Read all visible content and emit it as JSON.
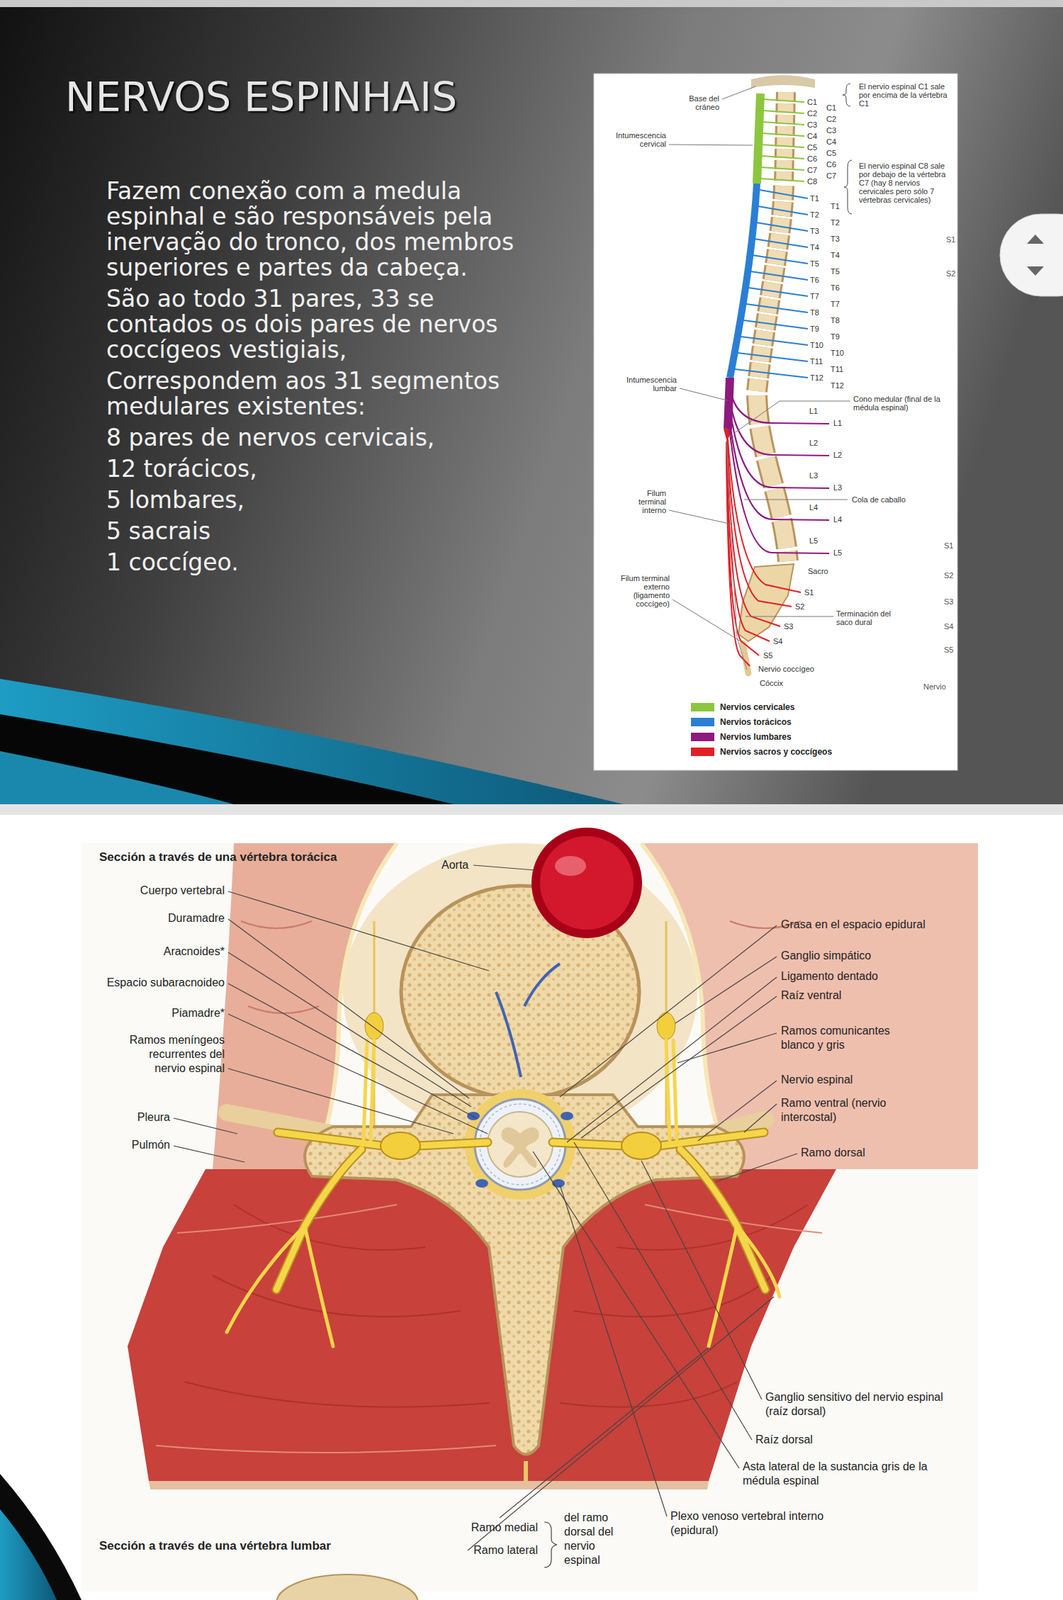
{
  "diagram": {
    "title": "NERVOS ESPINHAIS",
    "labels": [
      "Fazem conexão com a medula espinhal e são responsáveis pela inervação do tronco, dos membros superiores e partes da cabeça.",
      "São ao todo 31 pares, 33 se contados os dois pares de nervos coccígeos vestigiais,",
      "Correspondem aos 31 segmentos medulares existentes:",
      "8 pares de nervos cervicais,",
      "12 torácicos,",
      "5 lombares,",
      "5 sacrais",
      "1 coccígeo.",
      "Base del cráneo",
      "Intumescencia cervical",
      "Intumescencia lumbar",
      "Filum terminal interno",
      "Filum terminal externo (ligamento coccígeo)",
      "C1",
      "C2",
      "C3",
      "C4",
      "C5",
      "C6",
      "C7",
      "C8",
      "C1",
      "C2",
      "C3",
      "C4",
      "C5",
      "C6",
      "C7",
      "T1",
      "T2",
      "T3",
      "T4",
      "T5",
      "T6",
      "T7",
      "T8",
      "T9",
      "T10",
      "T11",
      "T12",
      "T1",
      "T2",
      "T3",
      "T4",
      "T5",
      "T6",
      "T7",
      "T8",
      "T9",
      "T10",
      "T11",
      "T12",
      "L1",
      "L2",
      "L3",
      "L4",
      "L5",
      "L1",
      "L2",
      "L3",
      "L4",
      "L5",
      "Sacro",
      "S1",
      "S2",
      "S3",
      "S4",
      "S5",
      "Nervio coccígeo",
      "Cóccix",
      "El nervio espinal C1 sale por encima de la vértebra C1",
      "El nervio espinal C8 sale por debajo de la vértebra C7 (hay 8 nervios cervicales pero sólo 7 vértebras cervicales)",
      "Cono medular (final de la médula espinal)",
      "Cola de caballo",
      "Terminación del saco dural",
      "S1",
      "S2",
      "S1",
      "S2",
      "S3",
      "S4",
      "S5",
      "Nervio",
      "Sección a través de una vértebra torácica",
      "Aorta",
      "Cuerpo vertebral",
      "Duramadre",
      "Aracnoides*",
      "Espacio subaracnoideo",
      "Piamadre*",
      "Ramos meníngeos recurrentes del nervio espinal",
      "Pleura",
      "Pulmón",
      "Grasa en el espacio epidural",
      "Ganglio simpático",
      "Ligamento dentado",
      "Raíz ventral",
      "Ramos comunicantes blanco y gris",
      "Nervio espinal",
      "Ramo ventral (nervio intercostal)",
      "Ramo dorsal",
      "Ganglio sensitivo del nervio espinal (raíz dorsal)",
      "Raíz dorsal",
      "Asta lateral de la sustancia gris de la médula espinal",
      "Plexo venoso vertebral interno (epidural)",
      "Ramo medial",
      "Ramo lateral",
      "del ramo dorsal del nervio espinal",
      "Sección a través de una vértebra lumbar"
    ],
    "legend": [
      {
        "text": "Nervios cervicales",
        "color": "#8cc63e"
      },
      {
        "text": "Nervios torácicos",
        "color": "#2a7fd4"
      },
      {
        "text": "Nervios lumbares",
        "color": "#8e1a7e"
      },
      {
        "text": "Nervios sacros y coccígeos",
        "color": "#e31e26"
      }
    ]
  }
}
